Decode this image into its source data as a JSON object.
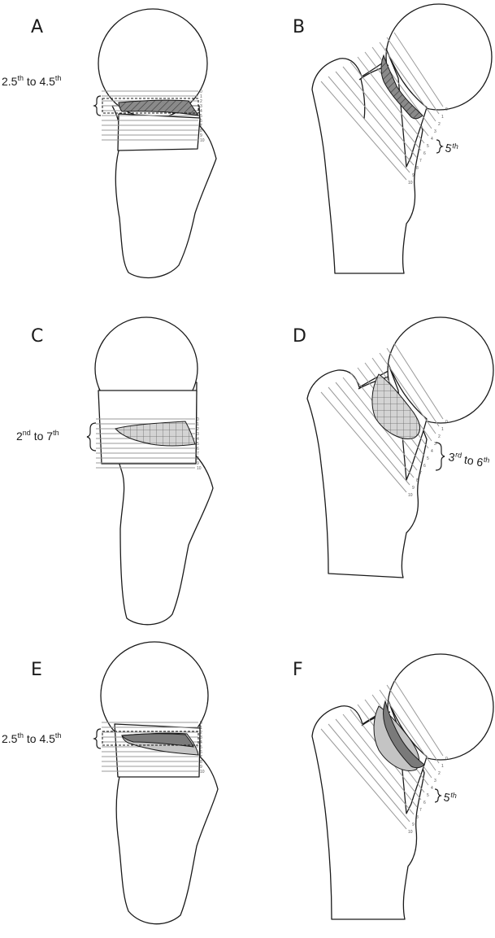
{
  "panels": {
    "A": {
      "letter": "A",
      "label_pre": "2.5",
      "label_pre_sup": "th",
      "label_mid": " to 4.5",
      "label_mid_sup": "th"
    },
    "B": {
      "letter": "B",
      "label_pre": "5",
      "label_pre_sup": "th"
    },
    "C": {
      "letter": "C",
      "label_pre": "2",
      "label_pre_sup": "nd",
      "label_mid": " to 7",
      "label_mid_sup": "th"
    },
    "D": {
      "letter": "D",
      "label_pre": "3",
      "label_pre_sup": "rd",
      "label_mid": " to 6",
      "label_mid_sup": "th"
    },
    "E": {
      "letter": "E",
      "label_pre": "2.5",
      "label_pre_sup": "th",
      "label_mid": " to 4.5",
      "label_mid_sup": "th"
    },
    "F": {
      "letter": "F",
      "label_pre": "5",
      "label_pre_sup": "th"
    }
  },
  "grid_ticks": [
    "0",
    "1",
    "2",
    "3",
    "4",
    "5",
    "6",
    "7",
    "8",
    "9",
    "10"
  ],
  "colors": {
    "outline": "#1a1a1a",
    "grid": "#9a9a9a",
    "lesion_dark": "#7a7a7a",
    "lesion_light": "#c4c4c4",
    "hatch": "#555555"
  }
}
